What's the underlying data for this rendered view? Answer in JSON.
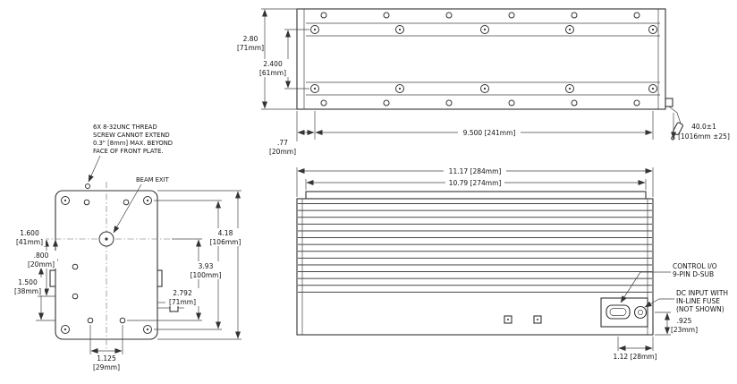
{
  "colors": {
    "line": "#333333",
    "text": "#111111",
    "background": "#ffffff"
  },
  "top_view": {
    "height_in": "2.80",
    "height_mm": "[71mm]",
    "rail_in": "2.400",
    "rail_mm": "[61mm]",
    "offset_in": ".77",
    "offset_mm": "[20mm]",
    "length_label": "9.500 [241mm]",
    "cable_len": "40.0±1",
    "cable_len_mm": "[1016mm ±25]"
  },
  "front_view": {
    "note_line1": "6X 8-32UNC THREAD",
    "note_line2": "SCREW CANNOT EXTEND",
    "note_line3": "0.3\" [8mm] MAX. BEYOND",
    "note_line4": "FACE OF FRONT PLATE.",
    "beam_exit_label": "BEAM EXIT",
    "dim_a_in": "1.600",
    "dim_a_mm": "[41mm]",
    "dim_b_in": ".800",
    "dim_b_mm": "[20mm]",
    "dim_c_in": "1.500",
    "dim_c_mm": "[38mm]",
    "dim_d_in": "4.18",
    "dim_d_mm": "[106mm]",
    "dim_e_in": "3.93",
    "dim_e_mm": "[100mm]",
    "dim_f_in": "2.792",
    "dim_f_mm": "[71mm]",
    "dim_g_in": "1.125",
    "dim_g_mm": "[29mm]"
  },
  "side_view": {
    "length_outer": "11.17 [284mm]",
    "length_inner": "10.79 [274mm]",
    "io_line1": "CONTROL I/O",
    "io_line2": "9-PIN D-SUB",
    "dc_line1": "DC INPUT WITH",
    "dc_line2": "IN-LINE FUSE",
    "dc_line3": "(NOT SHOWN)",
    "dim_h_in": ".925",
    "dim_h_mm": "[23mm]",
    "dim_i": "1.12 [28mm]"
  }
}
